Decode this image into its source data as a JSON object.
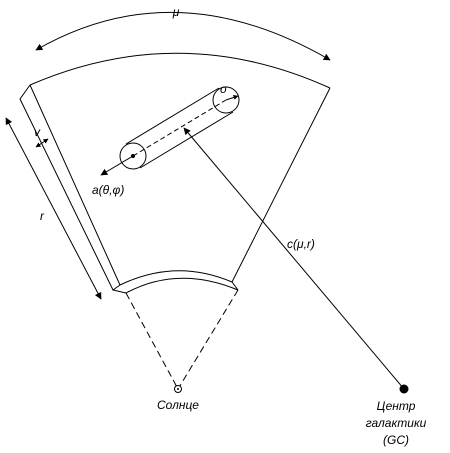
{
  "labels": {
    "mu": "μ",
    "sigma": "σ",
    "v": "v",
    "r": "r",
    "a": "a(θ,φ)",
    "c": "c(μ,r)",
    "sun": "Солнце",
    "gc_line1": "Центр",
    "gc_line2": "галактики",
    "gc_line3": "(GC)"
  }
}
